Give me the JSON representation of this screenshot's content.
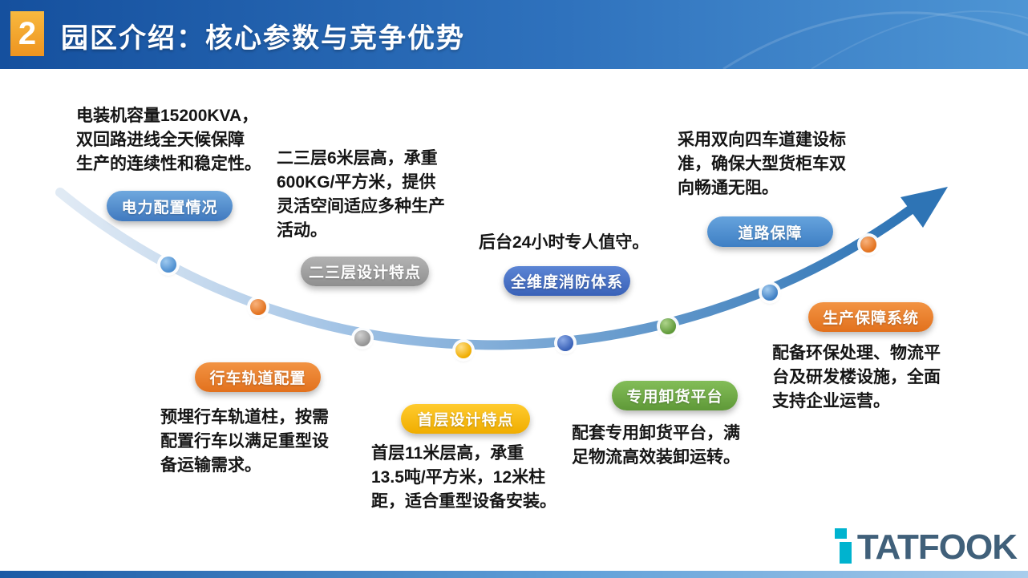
{
  "header": {
    "slide_number": "2",
    "title": "园区介绍：核心参数与竞争优势",
    "bar_color": "#2f72bd",
    "number_box_color": "#f0a32e"
  },
  "items": [
    {
      "id": "power",
      "label": "电力配置情况",
      "desc": "电装机容量15200KVA，\n双回路进线全天候保障\n生产的连续性和稳定性。",
      "color": "#4e8fd0",
      "text_position": "above-curve"
    },
    {
      "id": "rail",
      "label": "行车轨道配置",
      "desc": "预埋行车轨道柱，按需\n配置行车以满足重型设\n备运输需求。",
      "color": "#ed7d31",
      "text_position": "below-curve"
    },
    {
      "id": "floor23",
      "label": "二三层设计特点",
      "desc": "二三层6米层高，承重\n600KG/平方米，提供\n灵活空间适应多种生产\n活动。",
      "color": "#a6a6a6",
      "text_position": "above-curve"
    },
    {
      "id": "floor1",
      "label": "首层设计特点",
      "desc": "首层11米层高，承重\n13.5吨/平方米，12米柱\n距，适合重型设备安装。",
      "color": "#ffc000",
      "text_position": "below-curve"
    },
    {
      "id": "fire",
      "label": "全维度消防体系",
      "desc": "后台24小时专人值守。",
      "color": "#4472c4",
      "text_position": "above-curve"
    },
    {
      "id": "dock",
      "label": "专用卸货平台",
      "desc": "配套专用卸货平台，满\n足物流高效装卸运转。",
      "color": "#70ad47",
      "text_position": "below-curve"
    },
    {
      "id": "road",
      "label": "道路保障",
      "desc": "采用双向四车道建设标\n准，确保大型货柜车双\n向畅通无阻。",
      "color": "#5b9bd5",
      "text_position": "above-curve"
    },
    {
      "id": "production",
      "label": "生产保障系统",
      "desc": "配备环保处理、物流平\n台及研发楼设施，全面\n支持企业运营。",
      "color": "#ed7d31",
      "text_position": "below-curve"
    }
  ],
  "curve": {
    "start_color": "#c7d9ec",
    "end_color": "#2e74b5",
    "dot_order": [
      "power",
      "rail",
      "floor23",
      "floor1",
      "fire",
      "dock",
      "road",
      "production"
    ]
  },
  "logo": {
    "text": "TATFOOK",
    "accent_color": "#00b3cf",
    "text_color": "#40607a"
  }
}
